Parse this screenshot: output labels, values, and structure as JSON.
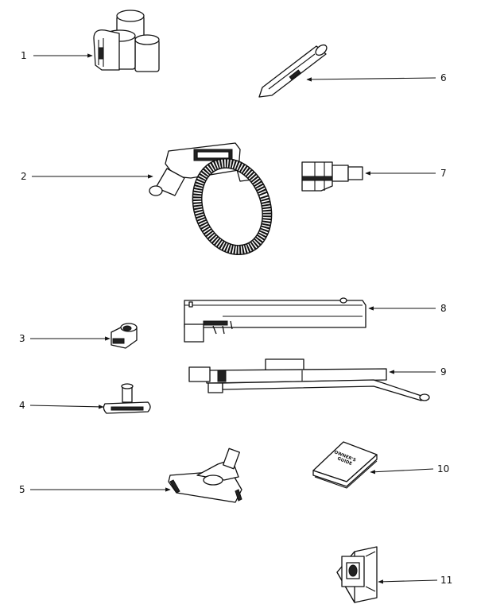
{
  "callouts": [
    {
      "label": "1"
    },
    {
      "label": "2"
    },
    {
      "label": "3"
    },
    {
      "label": "4"
    },
    {
      "label": "5"
    },
    {
      "label": "6"
    },
    {
      "label": "7"
    },
    {
      "label": "8"
    },
    {
      "label": "9"
    },
    {
      "label": "10"
    },
    {
      "label": "11"
    }
  ],
  "booklet": {
    "line1": "OWNER'S",
    "line2": "GUIDE"
  }
}
